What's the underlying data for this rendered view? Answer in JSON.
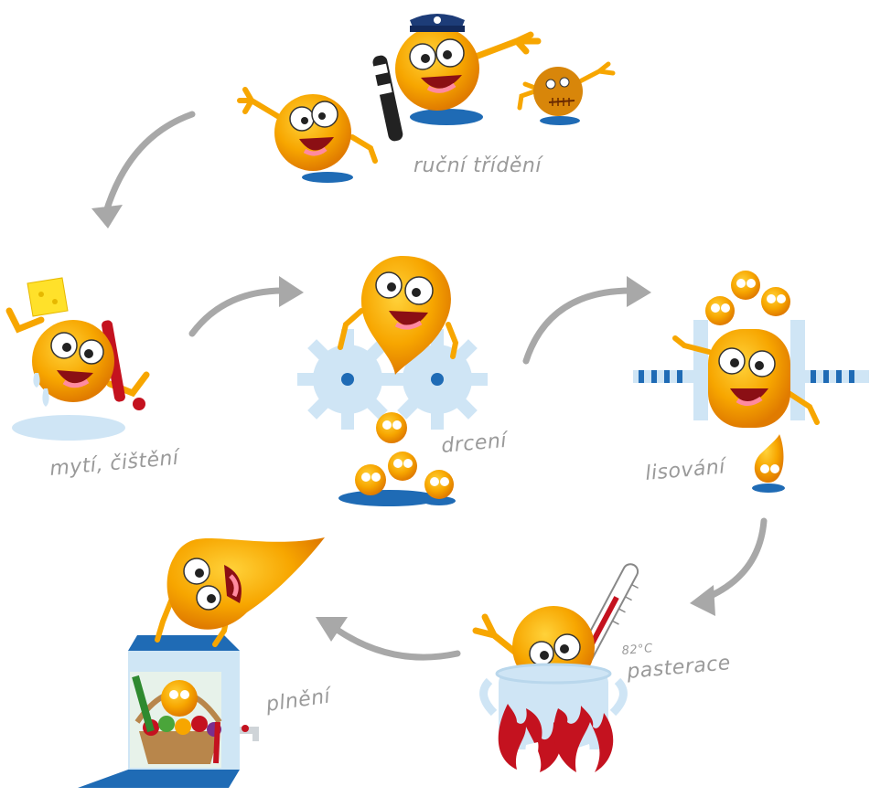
{
  "steps": {
    "sorting": "ruční třídění",
    "washing": "mytí, čištění",
    "crushing": "drcení",
    "pressing": "lisování",
    "pasteurizing": "pasterace",
    "temperature": "82°C",
    "filling": "plnění"
  },
  "colors": {
    "character": "#f7a600",
    "character_dark": "#e07b00",
    "gear": "#cfe5f5",
    "shadow": "#1f6bb5",
    "arrow": "#a8a8a8",
    "flame": "#c4121f",
    "box": "#cfe6f5",
    "label": "#9a9a9a"
  }
}
